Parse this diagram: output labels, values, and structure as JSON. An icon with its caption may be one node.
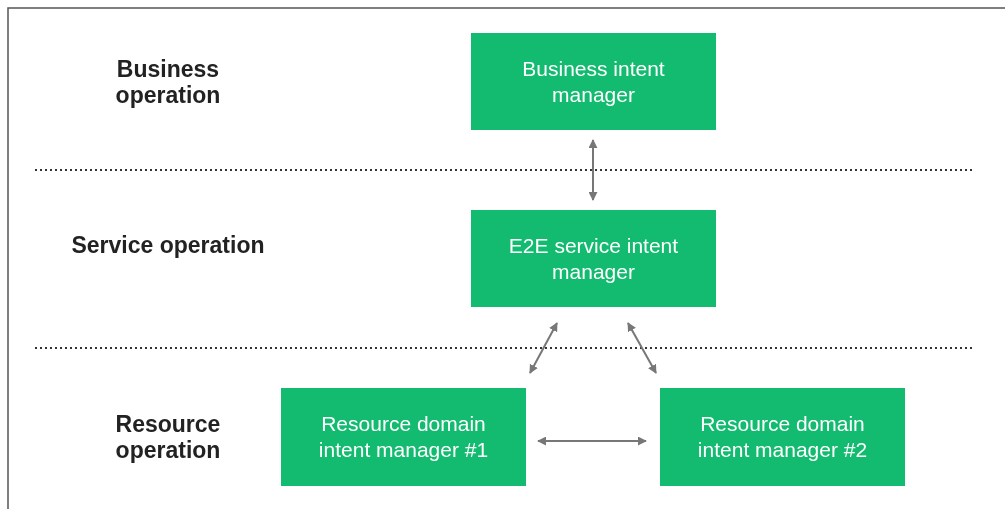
{
  "diagram": {
    "nodes": [
      {
        "text": [
          "Business intent manager"
        ]
      },
      {
        "text": [
          "E2E service intent manager"
        ]
      },
      {
        "text": [
          "Resource domain intent manager #1"
        ]
      },
      {
        "text": [
          "Resource domain intent manager #2"
        ]
      }
    ],
    "edges": [
      {
        "from": 0,
        "to": 1,
        "arrow": "both"
      },
      {
        "from": 1,
        "to": 2,
        "arrow": "both"
      },
      {
        "from": 1,
        "to": 3,
        "arrow": "both"
      },
      {
        "from": 2,
        "to": 3,
        "arrow": "both"
      }
    ],
    "labels": [
      "Business operation",
      "Service operation",
      "Resource operation"
    ]
  }
}
